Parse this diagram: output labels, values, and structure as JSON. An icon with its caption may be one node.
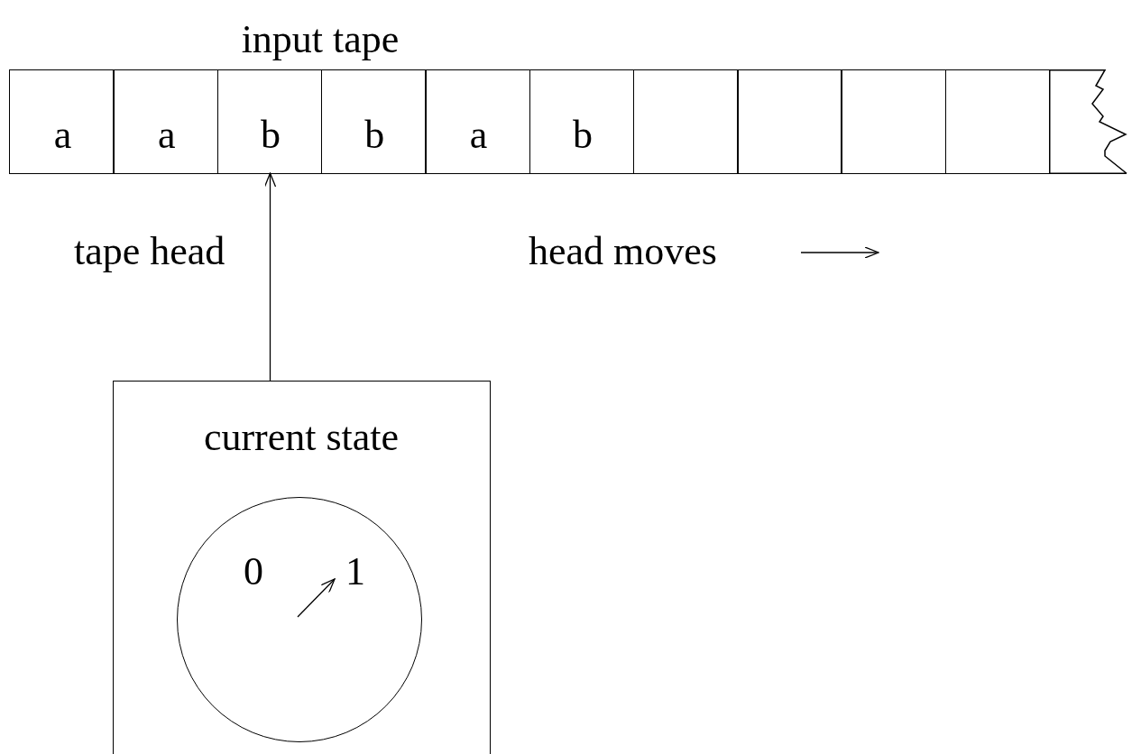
{
  "diagram": {
    "nodes": [
      {
        "text": [
          "input tape"
        ]
      },
      {
        "text": [
          "a"
        ],
        "in": 0
      },
      {
        "text": [
          "a"
        ],
        "in": 0
      },
      {
        "text": [
          "b"
        ],
        "in": 0
      },
      {
        "text": [
          "b"
        ],
        "in": 0
      },
      {
        "text": [
          "a"
        ],
        "in": 0
      },
      {
        "text": [
          "b"
        ],
        "in": 0
      },
      {
        "text": [],
        "shape": "box",
        "in": 0
      },
      {
        "text": [],
        "shape": "box",
        "in": 0
      },
      {
        "text": [],
        "shape": "box",
        "in": 0
      },
      {
        "text": [],
        "shape": "box",
        "in": 0
      },
      {
        "text": [],
        "shape": "box",
        "in": 0
      },
      {
        "text": [
          "current state"
        ]
      },
      {
        "text": [
          "0",
          "1"
        ],
        "in": 12
      }
    ],
    "edges": [
      {
        "from": 12,
        "to": 3,
        "arrow": "to"
      }
    ],
    "labels": [
      "tape head",
      "head moves"
    ]
  }
}
